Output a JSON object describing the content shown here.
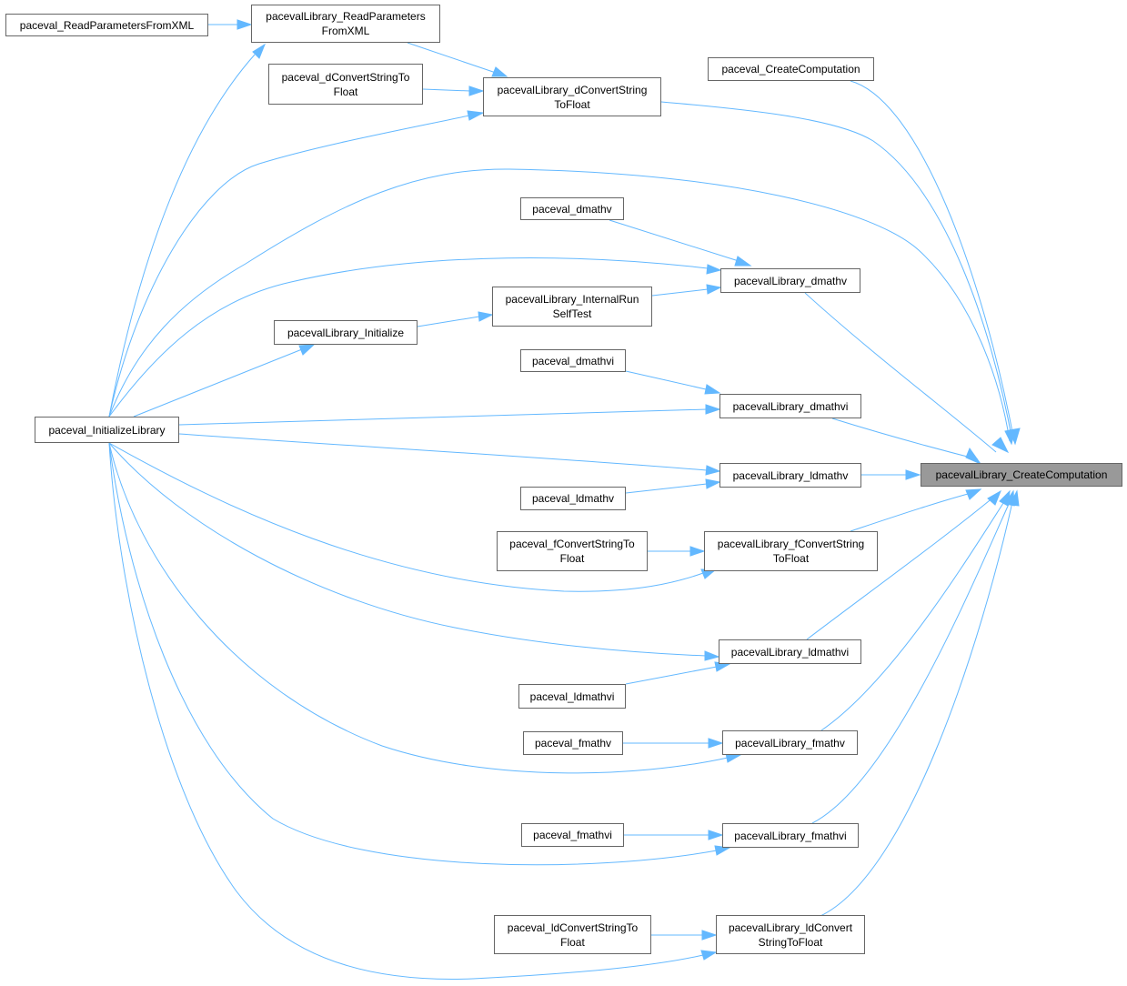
{
  "colors": {
    "edge": "#63b8ff",
    "node_border": "#666666",
    "root_fill": "#999999",
    "node_fill": "#ffffff"
  },
  "nodes": {
    "createComputationLib": "pacevalLibrary_CreateComputation",
    "readParamsFromXML": "paceval_ReadParametersFromXML",
    "libReadParamsFromXML": "pacevalLibrary_ReadParameters\nFromXML",
    "dConvertStringToFloat": "paceval_dConvertStringTo\nFloat",
    "libDConvertStringToFloat": "pacevalLibrary_dConvertString\nToFloat",
    "createComputation": "paceval_CreateComputation",
    "dmathv": "paceval_dmathv",
    "libDmathv": "pacevalLibrary_dmathv",
    "libInternalRunSelfTest": "pacevalLibrary_InternalRun\nSelfTest",
    "libInitialize": "pacevalLibrary_Initialize",
    "dmathvi": "paceval_dmathvi",
    "libDmathvi": "pacevalLibrary_dmathvi",
    "initializeLibrary": "paceval_InitializeLibrary",
    "libLdmathv": "pacevalLibrary_ldmathv",
    "ldmathv": "paceval_ldmathv",
    "fConvertStringToFloat": "paceval_fConvertStringTo\nFloat",
    "libFConvertStringToFloat": "pacevalLibrary_fConvertString\nToFloat",
    "libLdmathvi": "pacevalLibrary_ldmathvi",
    "ldmathvi": "paceval_ldmathvi",
    "fmathv": "paceval_fmathv",
    "libFmathv": "pacevalLibrary_fmathv",
    "fmathvi": "paceval_fmathvi",
    "libFmathvi": "pacevalLibrary_fmathvi",
    "ldConvertStringToFloat": "paceval_ldConvertStringTo\nFloat",
    "libLdConvertStringToFloat": "pacevalLibrary_ldConvert\nStringToFloat"
  }
}
